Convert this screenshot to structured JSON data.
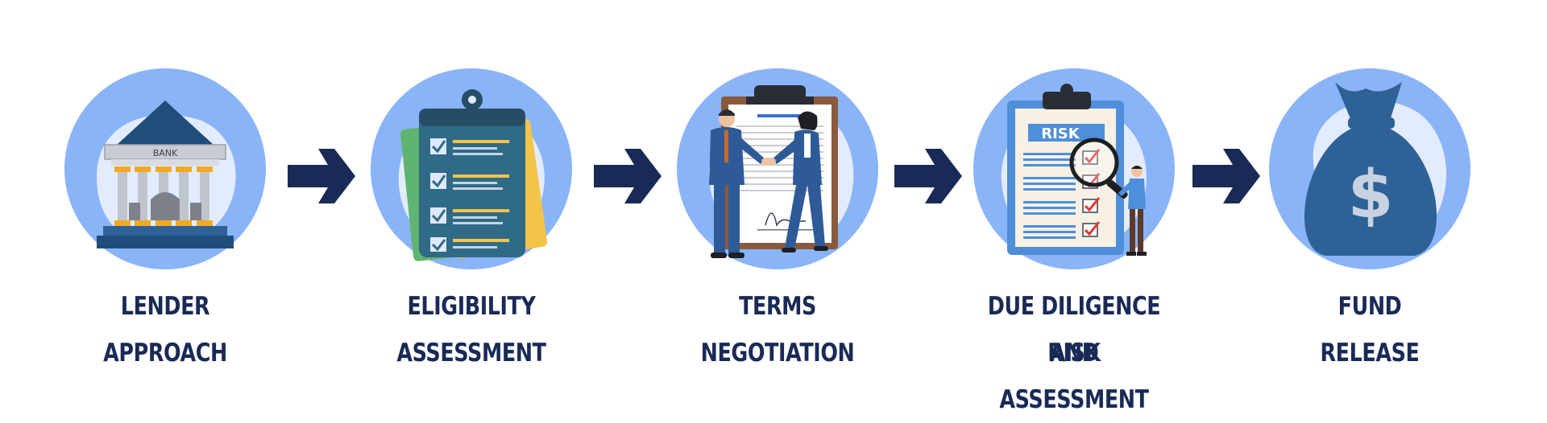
{
  "steps": [
    {
      "line1": "LENDER",
      "line2": "APPROACH",
      "sign": "BANK"
    },
    {
      "line1": "ELIGIBILITY",
      "line2": "ASSESSMENT"
    },
    {
      "line1": "TERMS",
      "line2": "NEGOTIATION"
    },
    {
      "line1": "DUE DILIGENCE AND",
      "line2": "RISK ASSESSMENT",
      "sign": "RISK"
    },
    {
      "line1": "FUND",
      "line2": "RELEASE",
      "sign": "$"
    }
  ],
  "colors": {
    "label_text": "#1a2a57",
    "arrow": "#1a2a57",
    "circle": "#8ab4f8",
    "circle_light": "#e3ebff",
    "navy": "#1f4e7a",
    "blue": "#2e6296"
  },
  "icons": [
    "bank-icon",
    "clipboard-checklist-icon",
    "handshake-icon",
    "risk-clipboard-icon",
    "money-bag-icon"
  ]
}
